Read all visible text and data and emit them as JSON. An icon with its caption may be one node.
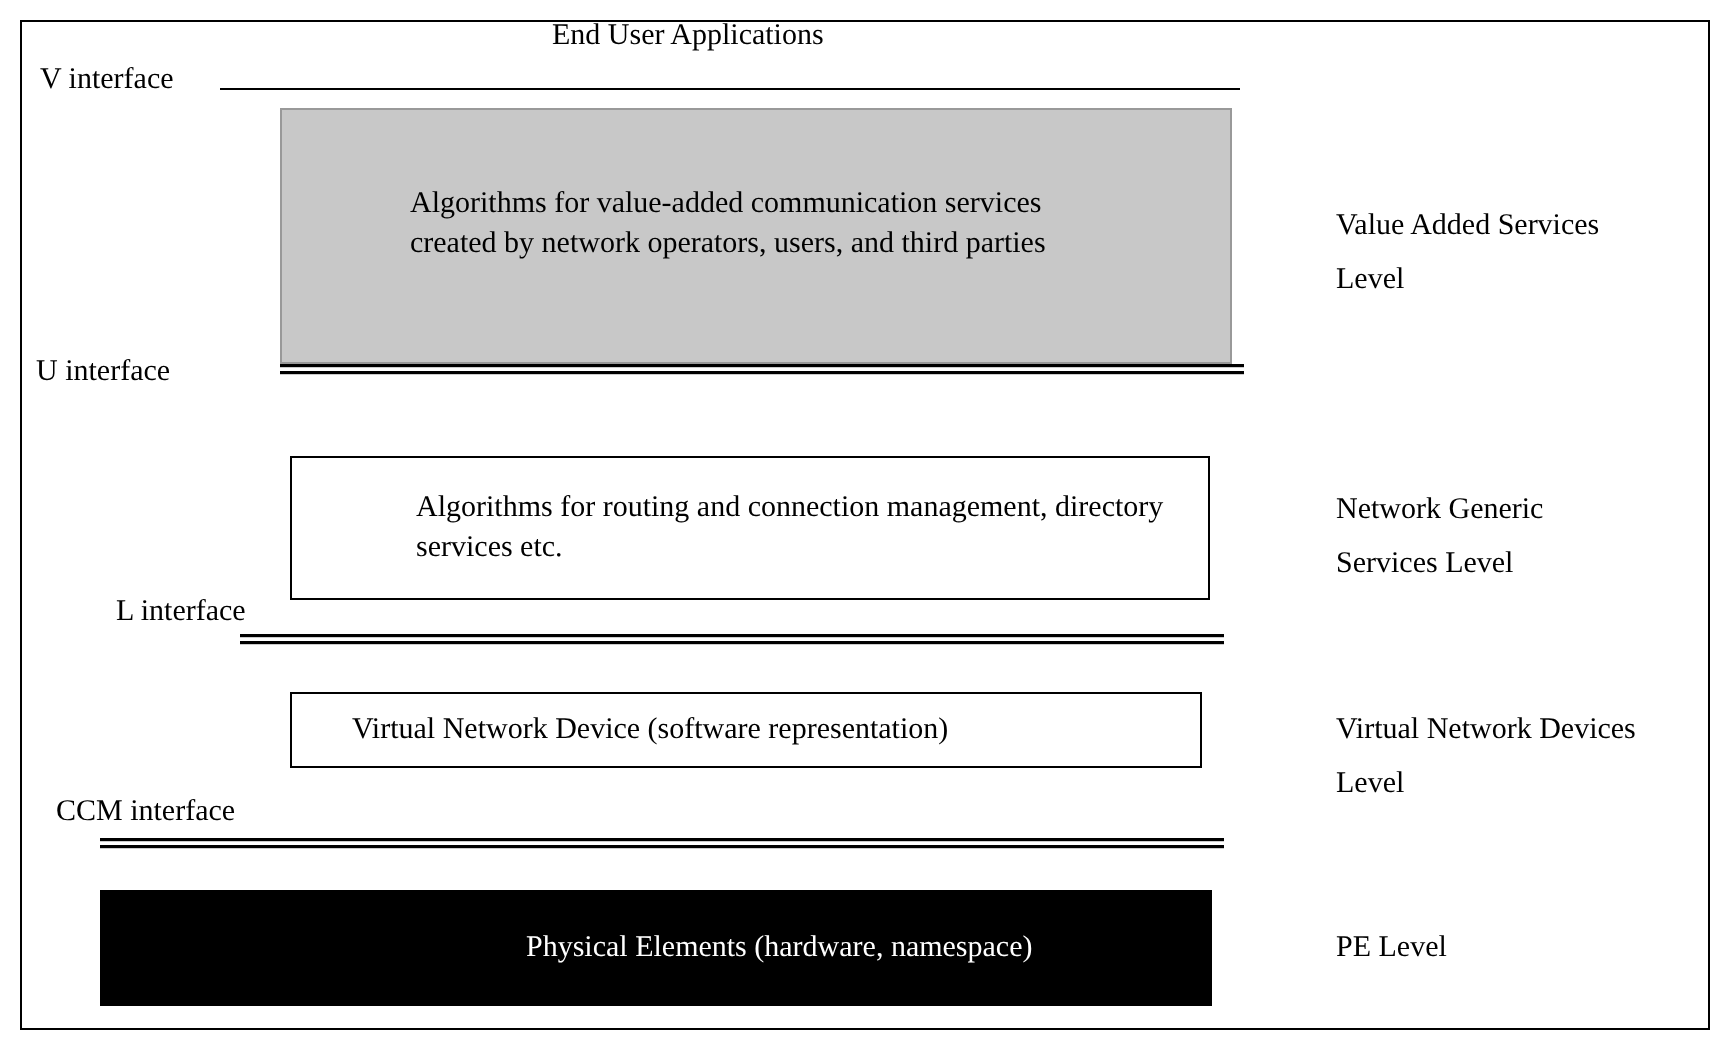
{
  "diagram": {
    "nodes": [
      {
        "text": [
          "Algorithms for value-added communication services created by network operators, users, and third parties"
        ]
      },
      {
        "text": [
          "Algorithms for routing and connection management, directory services etc."
        ]
      },
      {
        "text": [
          "Virtual Network Device (software representation)"
        ]
      },
      {
        "text": [
          "Physical Elements (hardware, namespace)"
        ]
      }
    ],
    "labels": [
      "End User Applications",
      "V interface",
      "Value Added Services Level",
      "U interface",
      "Network Generic Services Level",
      "L interface",
      "Virtual Network Devices Level",
      "CCM interface",
      "PE Level"
    ]
  }
}
